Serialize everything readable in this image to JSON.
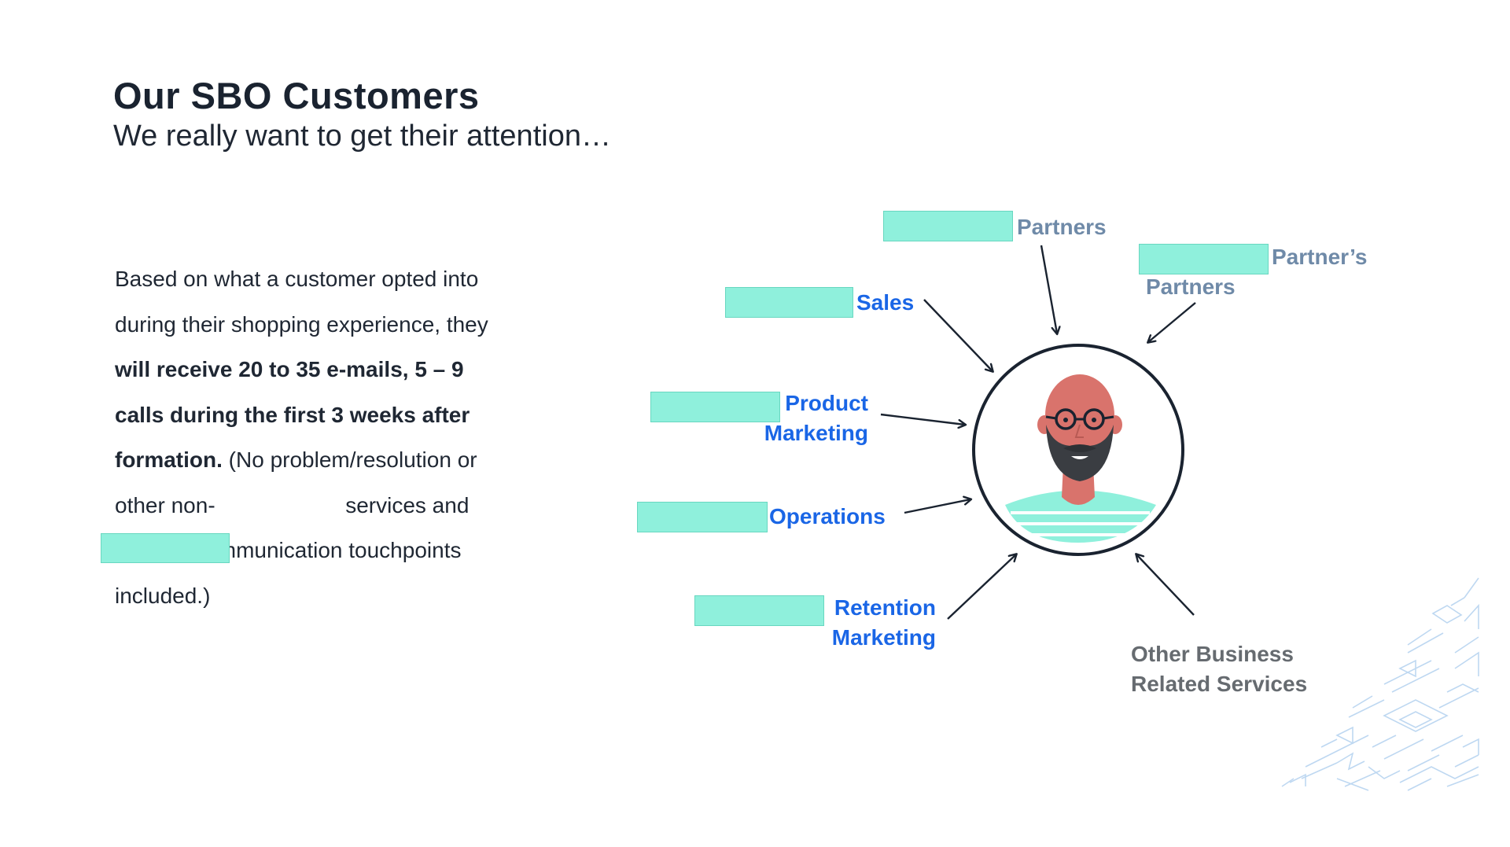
{
  "header": {
    "title": "Our SBO Customers",
    "subtitle": "We really want to get their attention…"
  },
  "body": {
    "t1": "Based on what a customer opted into during their shopping experience, they ",
    "bold": "will receive 20 to 35 e-mails, 5 – 9 calls during the first 3 weeks after formation.",
    "t2": " (No problem/resolution or other non-",
    "t3": " services and product communication touchpoints included.)"
  },
  "diagram": {
    "partners": "Partners",
    "partners_partner_line1": "Partner’s",
    "partners_partner_line2": "Partners",
    "sales": "Sales",
    "product_marketing_line1": "Product",
    "product_marketing_line2": "Marketing",
    "operations": "Operations",
    "retention_line1": "Retention",
    "retention_line2": "Marketing",
    "other_line1": "Other Business",
    "other_line2": "Related Services"
  },
  "colors": {
    "title": "#1a2330",
    "label_blue": "#1a66e6",
    "label_grayblue": "#6f8aa8",
    "label_gray": "#666b70",
    "redaction": "#8ff0dc"
  }
}
